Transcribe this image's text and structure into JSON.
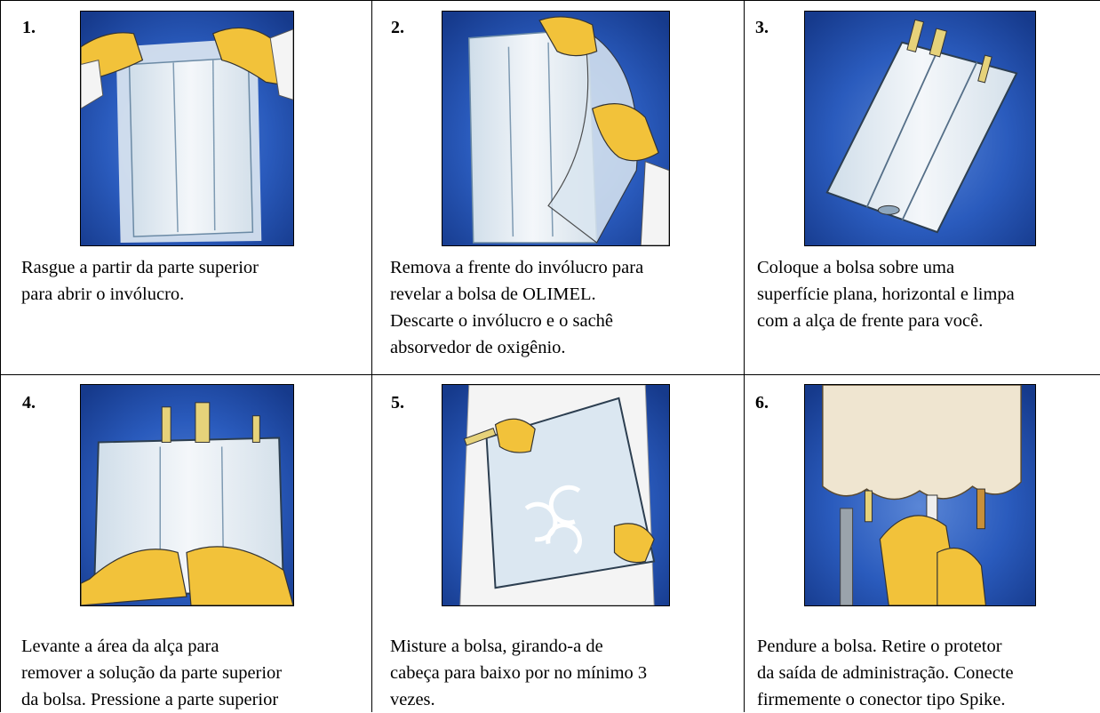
{
  "steps": [
    {
      "number": "1.",
      "illustration": "tear-open-overpouch-illustration",
      "lines": [
        "Rasgue a partir da parte superior",
        "para abrir o invólucro."
      ]
    },
    {
      "number": "2.",
      "illustration": "remove-overpouch-front-illustration",
      "lines": [
        "Remova a frente do invólucro para",
        "revelar a bolsa de OLIMEL.",
        "Descarte o invólucro e o sachê",
        "absorvedor de oxigênio."
      ]
    },
    {
      "number": "3.",
      "illustration": "bag-on-flat-surface-illustration",
      "lines": [
        "Coloque a bolsa sobre uma",
        "superfície plana, horizontal e limpa",
        "com a alça de frente para você."
      ]
    },
    {
      "number": "4.",
      "illustration": "lift-handle-press-bag-illustration",
      "lines": [
        "Levante a área da alça para",
        "remover a solução da parte superior",
        "da bolsa. Pressione a parte superior"
      ]
    },
    {
      "number": "5.",
      "illustration": "mix-bag-upside-down-illustration",
      "lines": [
        "Misture a bolsa, girando-a de",
        "cabeça para baixo por no mínimo 3",
        "vezes."
      ]
    },
    {
      "number": "6.",
      "illustration": "hang-bag-connect-spike-illustration",
      "lines": [
        "Pendure a bolsa. Retire o protetor",
        "da saída de administração. Conecte",
        "firmemente o conector tipo Spike."
      ]
    }
  ],
  "colors": {
    "background_blue": "#1f4fb0",
    "bag_fill": "#e8eef3",
    "glove_yellow": "#f2c23a",
    "sleeve_white": "#f4f4f4"
  }
}
